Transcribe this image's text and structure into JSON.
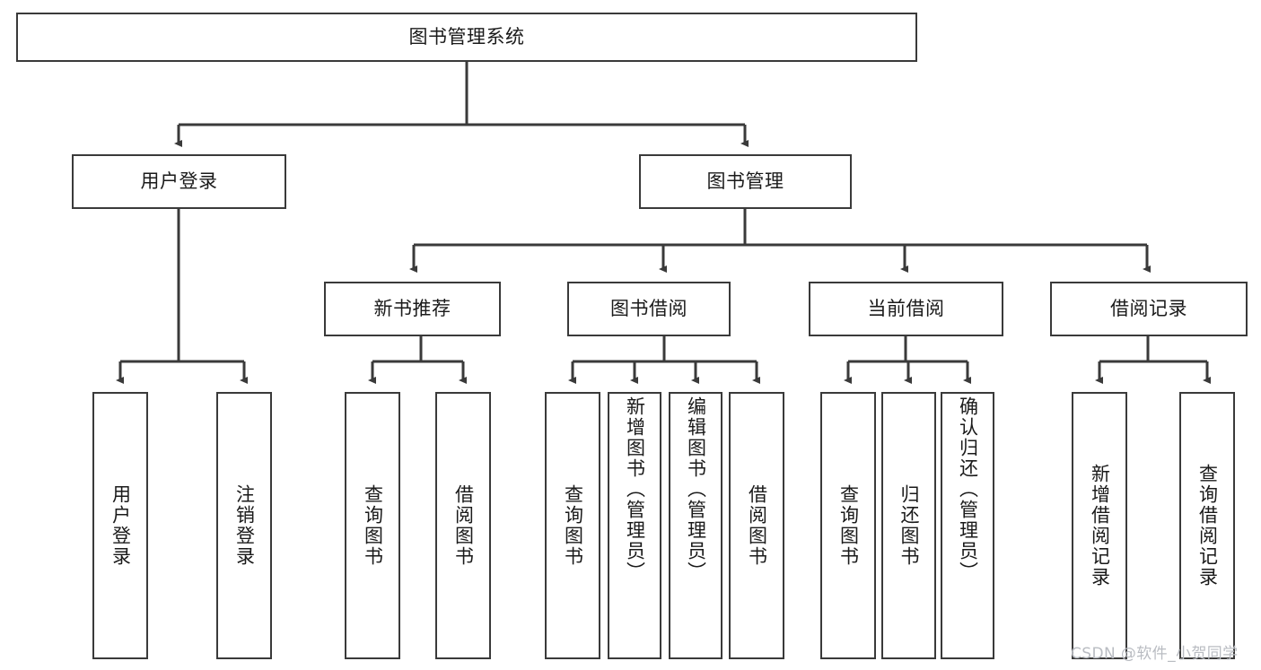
{
  "diagram": {
    "type": "tree-hierarchy",
    "title": "图书管理系统",
    "line_color": "#3a3a3a",
    "box_fill": "#ffffff",
    "text_color": "#1a1a1a",
    "root": {
      "label": "图书管理系统"
    },
    "level2": [
      {
        "id": "user-login",
        "label": "用户登录"
      },
      {
        "id": "book-management",
        "label": "图书管理"
      }
    ],
    "level3": [
      {
        "id": "new-book-recommend",
        "label": "新书推荐"
      },
      {
        "id": "book-borrow",
        "label": "图书借阅"
      },
      {
        "id": "current-borrow",
        "label": "当前借阅"
      },
      {
        "id": "borrow-record",
        "label": "借阅记录"
      }
    ],
    "leaves": {
      "user_login": [
        {
          "id": "leaf-user-login",
          "label": "用户登录"
        },
        {
          "id": "leaf-logout-login",
          "label": "注销登录"
        }
      ],
      "new_book_recommend": [
        {
          "id": "leaf-query-book-1",
          "label": "查询图书"
        },
        {
          "id": "leaf-borrow-book-1",
          "label": "借阅图书"
        }
      ],
      "book_borrow": [
        {
          "id": "leaf-query-book-2",
          "label": "查询图书"
        },
        {
          "id": "leaf-add-book",
          "label": "新增图书（管理员）"
        },
        {
          "id": "leaf-edit-book",
          "label": "编辑图书（管理员）"
        },
        {
          "id": "leaf-borrow-book-2",
          "label": "借阅图书"
        }
      ],
      "current_borrow": [
        {
          "id": "leaf-query-book-3",
          "label": "查询图书"
        },
        {
          "id": "leaf-return-book",
          "label": "归还图书"
        },
        {
          "id": "leaf-confirm-return",
          "label": "确认归还（管理员）"
        }
      ],
      "borrow_record": [
        {
          "id": "leaf-add-record",
          "label": "新增借阅记录"
        },
        {
          "id": "leaf-query-record",
          "label": "查询借阅记录"
        }
      ]
    }
  },
  "watermark": {
    "text": "CSDN @软件_小贺同学"
  }
}
